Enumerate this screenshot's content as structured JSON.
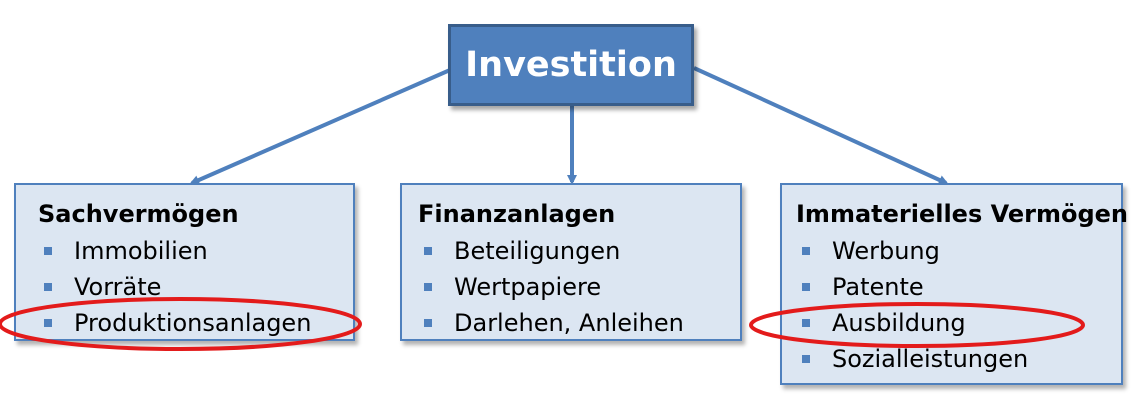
{
  "root": {
    "label": "Investition"
  },
  "categories": [
    {
      "title": "Sachvermögen",
      "items": [
        "Immobilien",
        "Vorräte",
        "Produktionsanlagen"
      ],
      "highlighted_item": "Produktionsanlagen"
    },
    {
      "title": "Finanzanlagen",
      "items": [
        "Beteiligungen",
        "Wertpapiere",
        "Darlehen, Anleihen"
      ]
    },
    {
      "title": "Immaterielles Vermögen",
      "items": [
        "Werbung",
        "Patente",
        "Ausbildung",
        "Sozialleistungen"
      ],
      "highlighted_item": "Ausbildung"
    }
  ],
  "colors": {
    "root_fill": "#4f80bd",
    "root_border": "#385d8a",
    "box_fill": "#dce6f2",
    "box_border": "#4f80bd",
    "connector": "#4f80bd",
    "bullet": "#4f80bd",
    "highlight_ellipse": "#e31b1b"
  }
}
